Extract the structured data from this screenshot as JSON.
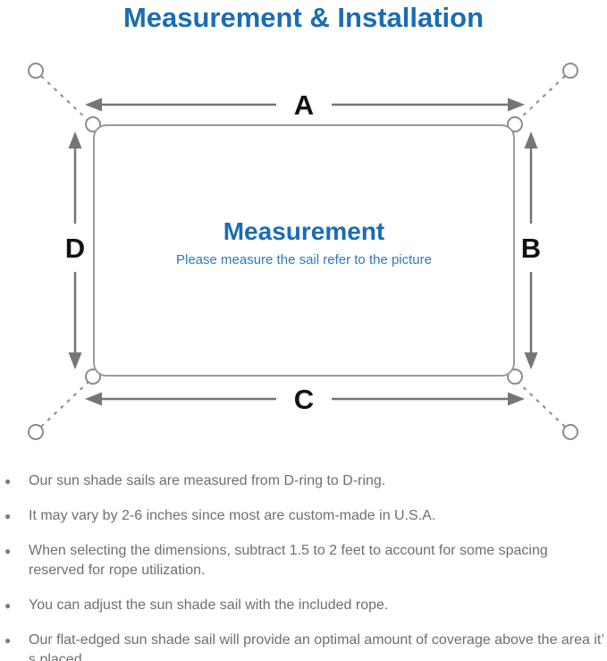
{
  "title": "Measurement & Installation",
  "diagram": {
    "labels": {
      "top": "A",
      "right": "B",
      "bottom": "C",
      "left": "D"
    },
    "center_heading": "Measurement",
    "center_subtitle": "Please measure the sail refer to the picture"
  },
  "bullets": [
    "Our sun shade sails are measured from D-ring to D-ring.",
    "It may vary by 2-6 inches since most are custom-made in U.S.A.",
    "When selecting the dimensions, subtract 1.5 to 2 feet to account for some spacing reserved for rope utilization.",
    "You can adjust the sun shade sail with the included rope.",
    "Our flat-edged sun shade sail will provide an optimal amount of coverage above the area it’ s placed."
  ],
  "colors": {
    "accent_blue": "#1b6cb3",
    "subtitle_blue": "#2d79bb",
    "outline_gray": "#9a9a9a",
    "arrow_gray": "#757575",
    "text_gray": "#6f6f6f"
  }
}
